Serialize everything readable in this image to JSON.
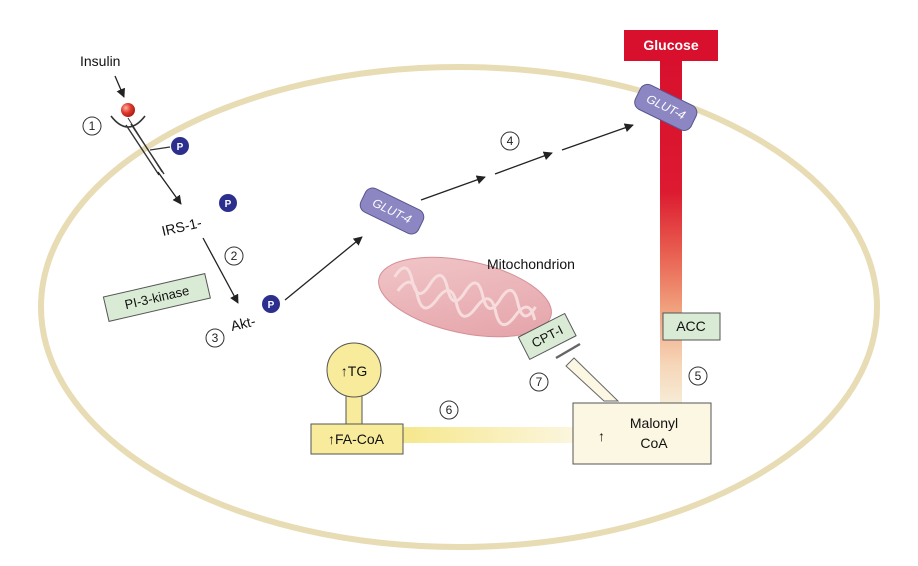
{
  "labels": {
    "insulin": "Insulin",
    "irs1": "IRS-1-",
    "pi3k": "PI-3-kinase",
    "akt": "Akt-",
    "glut4_cyto": "GLUT-4",
    "glut4_membrane": "GLUT-4",
    "glucose": "Glucose",
    "mitochondrion": "Mitochondrion",
    "cpt1": "CPT-I",
    "acc": "ACC",
    "malonyl_line1": "Malonyl",
    "malonyl_line2": "CoA",
    "tg": "TG",
    "fa_coa": "FA-CoA",
    "up_arrow": "↑",
    "phospho": "P"
  },
  "steps": [
    "1",
    "2",
    "3",
    "4",
    "5",
    "6",
    "7"
  ],
  "colors": {
    "cell_border": "#e8dcb5",
    "glucose_red": "#d8102e",
    "glut4_purple": "#8c86c2",
    "phospho_blue": "#2d2f8e",
    "insulin_red": "#e03a2e",
    "mito_pink": "#e9b8bc",
    "box_green": "#d9ebd5",
    "fa_yellow": "#f8ec9c",
    "malonyl_fill": "#fbf7e3"
  }
}
